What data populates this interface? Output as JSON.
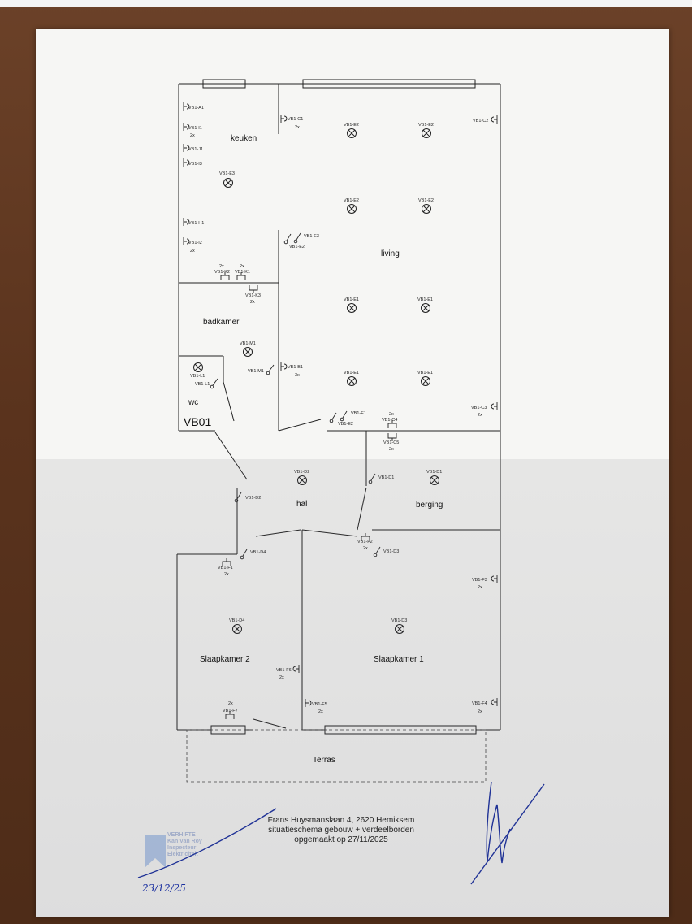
{
  "rooms": {
    "keuken": "keuken",
    "living": "living",
    "badkamer": "badkamer",
    "wc": "wc",
    "vb01": "VB01",
    "hal": "hal",
    "berging": "berging",
    "slaapkamer2": "Slaapkamer 2",
    "slaapkamer1": "Slaapkamer 1",
    "terras": "Terras"
  },
  "symbols": {
    "sockets": [
      {
        "label": "VB1-A1",
        "count": ""
      },
      {
        "label": "VB1-I1",
        "count": "2x"
      },
      {
        "label": "VB1-J1",
        "count": ""
      },
      {
        "label": "VB1-I3",
        "count": ""
      },
      {
        "label": "VB1-H1",
        "count": ""
      },
      {
        "label": "VB1-I2",
        "count": "2x"
      },
      {
        "label": "VB1-C1",
        "count": "2x"
      },
      {
        "label": "VB1-C2",
        "count": ""
      },
      {
        "label": "VB1-B1",
        "count": "3x"
      },
      {
        "label": "VB1-C3",
        "count": "2x"
      },
      {
        "label": "VB1-F3",
        "count": "2x"
      },
      {
        "label": "VB1-F6",
        "count": "2x"
      },
      {
        "label": "VB1-F5",
        "count": "2x"
      },
      {
        "label": "VB1-F4",
        "count": "2x"
      }
    ],
    "lamps": [
      {
        "label": "VB1-E3"
      },
      {
        "label": "VB1-E2"
      },
      {
        "label": "VB1-E2"
      },
      {
        "label": "VB1-E2"
      },
      {
        "label": "VB1-E2"
      },
      {
        "label": "VB1-E1"
      },
      {
        "label": "VB1-E1"
      },
      {
        "label": "VB1-E1"
      },
      {
        "label": "VB1-E1"
      },
      {
        "label": "VB1-M1"
      },
      {
        "label": "VB1-L1"
      },
      {
        "label": "VB1-D2"
      },
      {
        "label": "VB1-D1"
      },
      {
        "label": "VB1-D4"
      },
      {
        "label": "VB1-D3"
      }
    ],
    "switches": [
      {
        "label": "VB1-E3"
      },
      {
        "label": "VB1-E2"
      },
      {
        "label": "VB1-M1"
      },
      {
        "label": "VB1-L1"
      },
      {
        "label": "VB1-E1"
      },
      {
        "label": "VB1-E2"
      },
      {
        "label": "VB1-D2"
      },
      {
        "label": "VB1-D1"
      },
      {
        "label": "VB1-D4"
      },
      {
        "label": "VB1-D3"
      }
    ],
    "outlets_multi": [
      {
        "label": "VB1-K2",
        "count": "2x"
      },
      {
        "label": "VB1-K1",
        "count": "2x"
      },
      {
        "label": "VB1-K3",
        "count": "2x"
      },
      {
        "label": "VB1-C4",
        "count": "2x"
      },
      {
        "label": "VB1-C5",
        "count": "2x"
      },
      {
        "label": "VB1-F2",
        "count": "2x"
      },
      {
        "label": "VB1-F1",
        "count": "2x"
      },
      {
        "label": "VB1-F7",
        "count": "2x"
      }
    ]
  },
  "caption": {
    "line1": "Frans Huysmanslaan 4, 2620 Hemiksem",
    "line2": "situatieschema gebouw + verdeelborden",
    "line3": "opgemaakt op 27/11/2025"
  },
  "stamp": {
    "line1": "VERHIFTE",
    "line2": "Kan Van Roy",
    "line3": "Inspecteur",
    "line4": "Elektriciteit"
  },
  "handwritten_date": "23/12/25",
  "colors": {
    "ink": "#111111",
    "pen": "#1a2fa0",
    "paper": "#f6f6f4"
  }
}
